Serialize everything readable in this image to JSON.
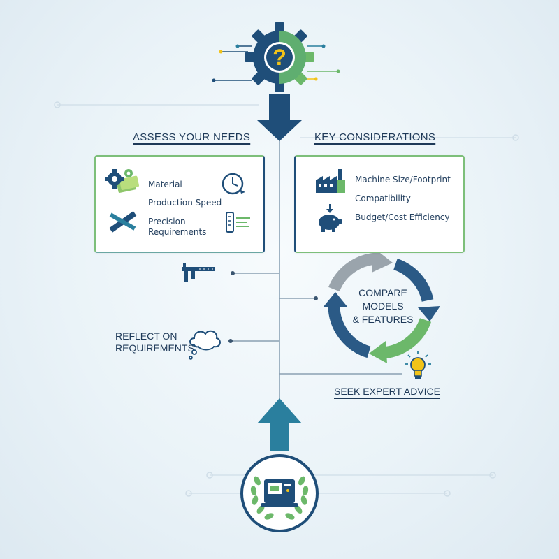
{
  "assess": {
    "heading": "ASSESS YOUR NEEDS",
    "items": [
      {
        "label": "Material"
      },
      {
        "label": "Production Speed"
      },
      {
        "label": "Precision"
      },
      {
        "label": "Requirements"
      }
    ]
  },
  "considerations": {
    "heading": "KEY CONSIDERATIONS",
    "items": [
      {
        "label": "Machine Size/Footprint"
      },
      {
        "label": "Compatibility"
      },
      {
        "label": "Budget/Cost Efficiency"
      }
    ]
  },
  "compare": {
    "line1": "COMPARE",
    "line2": "MODELS",
    "line3": "& FEATURES"
  },
  "reflect": {
    "line1": "REFLECT ON",
    "line2": "REQUIREMENTS"
  },
  "expert": {
    "label": "SEEK EXPERT ADVICE"
  },
  "top_icon": {
    "symbol": "?"
  },
  "colors": {
    "navy": "#1f4e79",
    "green": "#6cb86a",
    "teal": "#2a7f9e",
    "gold": "#f2c318",
    "line": "#9fb3c3"
  },
  "icons": [
    "gear-question-icon",
    "gears-cash-icon",
    "clock-icon",
    "ruler-pencil-icon",
    "gauge-icon",
    "factory-icon",
    "piggy-bank-icon",
    "caliper-icon",
    "thought-cloud-icon",
    "lightbulb-icon",
    "machine-laurel-icon"
  ]
}
